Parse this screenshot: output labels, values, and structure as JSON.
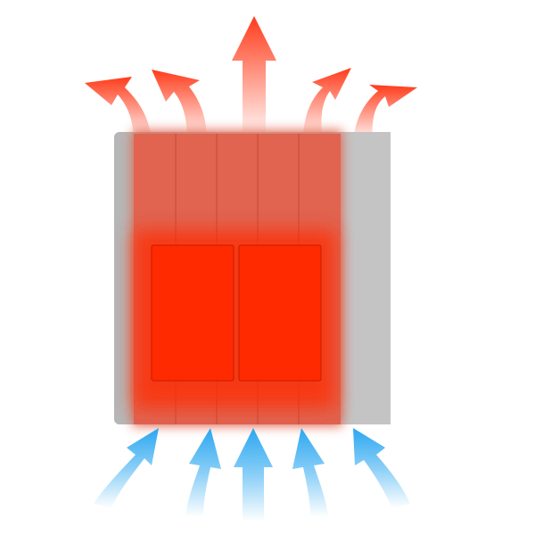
{
  "colors": {
    "background": "#ffffff",
    "heater_body": "#c9c9c9",
    "heater_body_dark": "#a9a9a9",
    "heater_glow": "#e0614a",
    "heating_element": "#ff2a00",
    "hot_air": "#ff3b1a",
    "cold_air": "#2aa7f0"
  },
  "icons": {
    "heater": "radiator-heater-icon",
    "hot_air": "arrow-up-icon",
    "cold_air": "arrow-up-icon"
  },
  "diagram": {
    "heater_panels": 5,
    "heating_elements": 2,
    "hot_air_arrows": 5,
    "cold_air_arrows": 5
  }
}
